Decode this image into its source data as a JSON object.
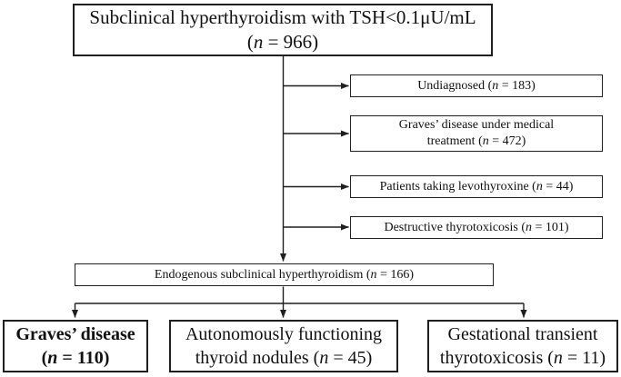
{
  "colors": {
    "line": "#1f1f1f",
    "text": "#111111",
    "background": "#ffffff"
  },
  "top_box": {
    "label": "Subclinical hyperthyroidism with TSH<0.1μU/mL (n = 966)",
    "lines": [
      "Subclinical hyperthyroidism with TSH<0.1μU/mL",
      "(n = 966)"
    ],
    "n": 966
  },
  "exclusions": [
    {
      "label": "Undiagnosed (n = 183)",
      "lines": [
        "Undiagnosed (n = 183)"
      ],
      "n": 183
    },
    {
      "label": "Graves’ disease under medical treatment (n = 472)",
      "lines": [
        "Graves’ disease under medical",
        "treatment (n = 472)"
      ],
      "n": 472
    },
    {
      "label": "Patients taking levothyroxine (n = 44)",
      "lines": [
        "Patients taking levothyroxine (n = 44)"
      ],
      "n": 44
    },
    {
      "label": "Destructive thyrotoxicosis (n = 101)",
      "lines": [
        "Destructive thyrotoxicosis (n = 101)"
      ],
      "n": 101
    }
  ],
  "middle_box": {
    "label": "Endogenous subclinical hyperthyroidism (n = 166)",
    "lines": [
      "Endogenous subclinical hyperthyroidism (n = 166)"
    ],
    "n": 166
  },
  "outcomes": [
    {
      "label": "Graves’ disease (n = 110)",
      "lines": [
        "Graves’ disease",
        "(n = 110)"
      ],
      "n": 110,
      "emphasis": "bold"
    },
    {
      "label": "Autonomously functioning thyroid nodules (n = 45)",
      "lines": [
        "Autonomously functioning",
        "thyroid nodules (n = 45)"
      ],
      "n": 45
    },
    {
      "label": "Gestational transient thyrotoxicosis (n = 11)",
      "lines": [
        "Gestational transient",
        "thyrotoxicosis (n = 11)"
      ],
      "n": 11
    }
  ]
}
